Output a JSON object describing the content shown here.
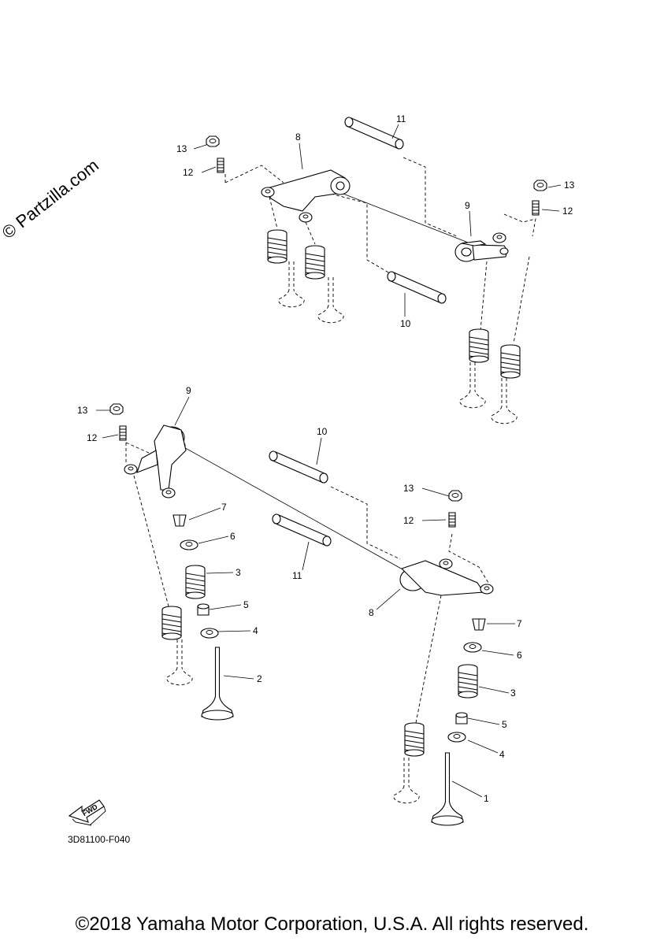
{
  "watermark": "© Partzilla.com",
  "diagram_code": "3D81100-F040",
  "fwd_label": "FWD",
  "copyright": "©2018 Yamaha Motor Corporation, U.S.A. All rights reserved.",
  "callouts": {
    "upper_13a": "13",
    "upper_12a": "12",
    "upper_8": "8",
    "upper_11": "11",
    "upper_13b": "13",
    "upper_12b": "12",
    "upper_9": "9",
    "upper_10": "10",
    "lower_9": "9",
    "lower_13a": "13",
    "lower_12a": "12",
    "lower_10": "10",
    "lower_7a": "7",
    "lower_6a": "6",
    "lower_3a": "3",
    "lower_11": "11",
    "lower_5a": "5",
    "lower_4a": "4",
    "lower_2": "2",
    "lower_13b": "13",
    "lower_12b": "12",
    "lower_8": "8",
    "lower_7b": "7",
    "lower_6b": "6",
    "lower_3b": "3",
    "lower_5b": "5",
    "lower_4b": "4",
    "lower_1": "1"
  }
}
